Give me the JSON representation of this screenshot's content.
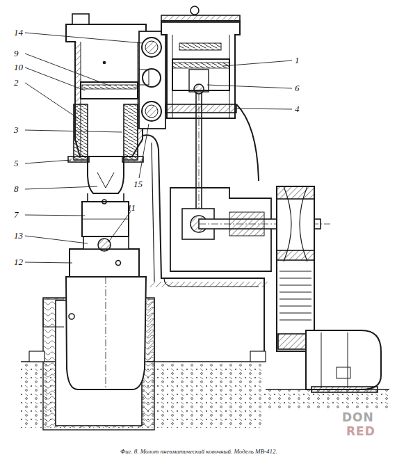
{
  "diagram": {
    "caption": "Фиг. 8. Молот пневматический ковочный. Модель МВ-412.",
    "labels": [
      "14",
      "9",
      "10",
      "2",
      "3",
      "5",
      "8",
      "7",
      "13",
      "12",
      "11",
      "15",
      "1",
      "6",
      "4",
      "DON",
      "RED"
    ]
  }
}
